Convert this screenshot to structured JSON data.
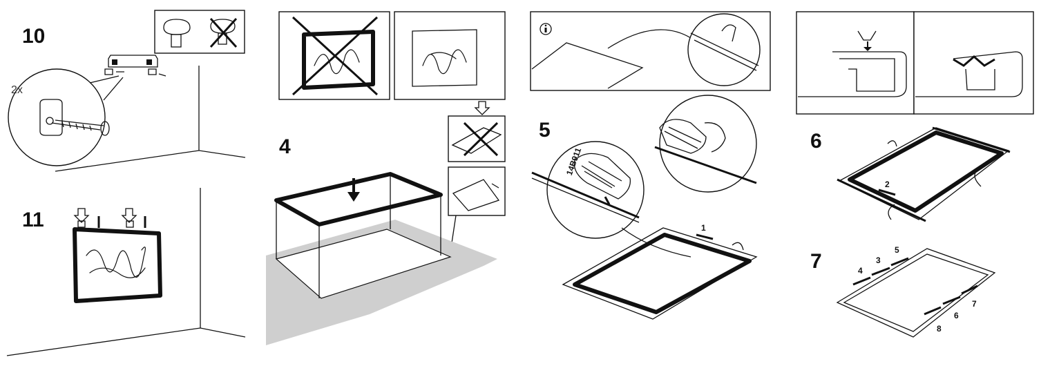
{
  "steps": {
    "s10": "10",
    "s11": "11",
    "s4": "4",
    "s5": "5",
    "s6": "6",
    "s7": "7"
  },
  "labels": {
    "quantity": "2x",
    "code": "14B911",
    "n1": "1",
    "n2": "2",
    "n3": "3",
    "n4": "4",
    "n5": "5",
    "n6": "6",
    "n7": "7",
    "n8": "8"
  },
  "icons": {
    "info": "info-icon",
    "wrong": "cross-icon",
    "down": "arrow-down-icon",
    "rotate": "rotate-arrow-icon"
  },
  "colors": {
    "ink": "#111111",
    "floor": "#cfcfcf",
    "paper": "#ffffff"
  }
}
